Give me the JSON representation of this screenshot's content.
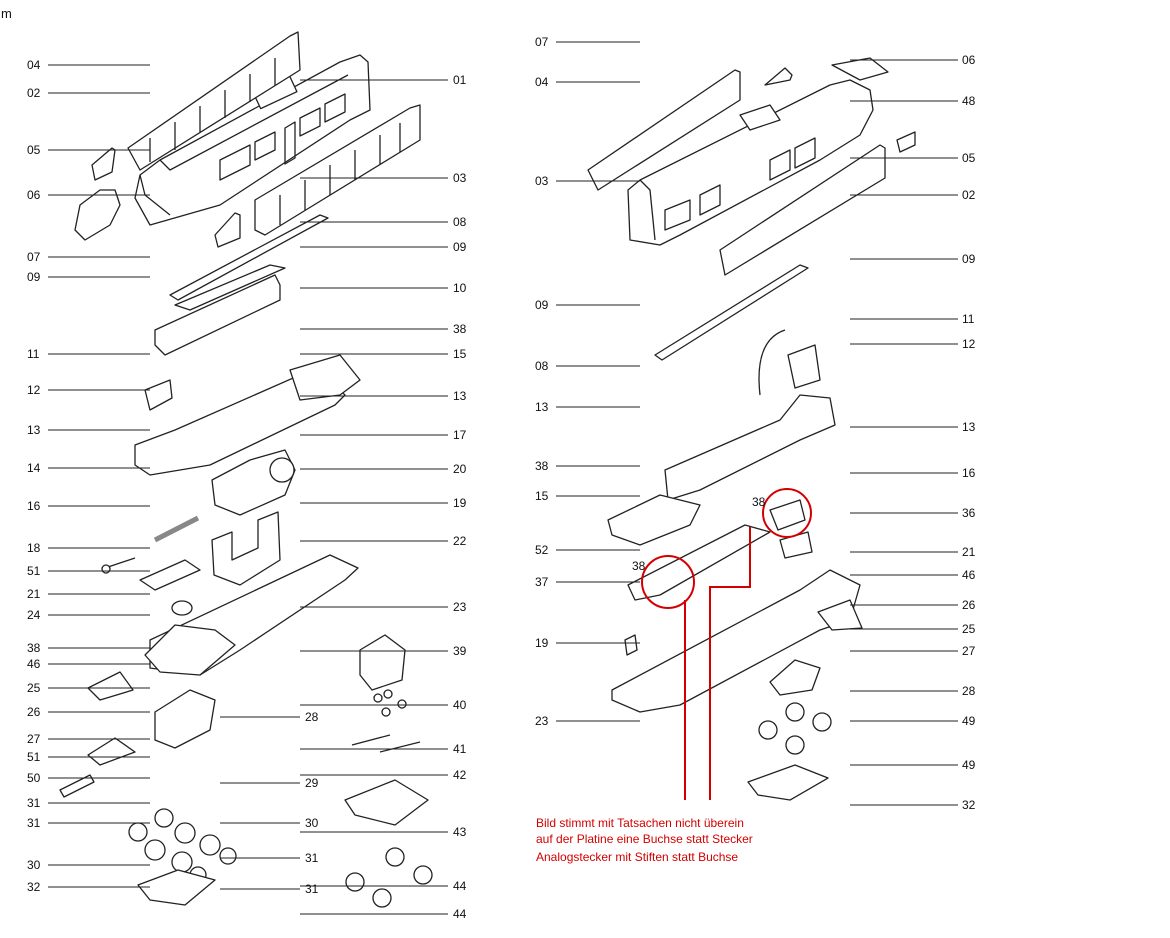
{
  "corner_text": "m",
  "left_diagram": {
    "labels": [
      {
        "id": "04",
        "side": "left",
        "row": 65
      },
      {
        "id": "02",
        "side": "left",
        "row": 93
      },
      {
        "id": "05",
        "side": "left",
        "row": 150
      },
      {
        "id": "06",
        "side": "left",
        "row": 195
      },
      {
        "id": "07",
        "side": "left",
        "row": 257
      },
      {
        "id": "09",
        "side": "left",
        "row": 277
      },
      {
        "id": "11",
        "side": "left",
        "row": 354
      },
      {
        "id": "12",
        "side": "left",
        "row": 390
      },
      {
        "id": "13",
        "side": "left",
        "row": 430
      },
      {
        "id": "14",
        "side": "left",
        "row": 468
      },
      {
        "id": "16",
        "side": "left",
        "row": 506
      },
      {
        "id": "18",
        "side": "left",
        "row": 548
      },
      {
        "id": "51",
        "side": "left",
        "row": 571
      },
      {
        "id": "21",
        "side": "left",
        "row": 594
      },
      {
        "id": "24",
        "side": "left",
        "row": 615
      },
      {
        "id": "38",
        "side": "left",
        "row": 648
      },
      {
        "id": "46",
        "side": "left",
        "row": 664
      },
      {
        "id": "25",
        "side": "left",
        "row": 688
      },
      {
        "id": "26",
        "side": "left",
        "row": 712
      },
      {
        "id": "27",
        "side": "left",
        "row": 739
      },
      {
        "id": "51",
        "side": "left",
        "row": 757
      },
      {
        "id": "50",
        "side": "left",
        "row": 778
      },
      {
        "id": "31",
        "side": "left",
        "row": 803
      },
      {
        "id": "31",
        "side": "left",
        "row": 823
      },
      {
        "id": "30",
        "side": "left",
        "row": 865
      },
      {
        "id": "32",
        "side": "left",
        "row": 887
      },
      {
        "id": "01",
        "side": "right",
        "row": 80
      },
      {
        "id": "03",
        "side": "right",
        "row": 178
      },
      {
        "id": "08",
        "side": "right",
        "row": 222
      },
      {
        "id": "09",
        "side": "right",
        "row": 247
      },
      {
        "id": "10",
        "side": "right",
        "row": 288
      },
      {
        "id": "38",
        "side": "right",
        "row": 329
      },
      {
        "id": "15",
        "side": "right",
        "row": 354
      },
      {
        "id": "13",
        "side": "right",
        "row": 396
      },
      {
        "id": "17",
        "side": "right",
        "row": 435
      },
      {
        "id": "20",
        "side": "right",
        "row": 469
      },
      {
        "id": "19",
        "side": "right",
        "row": 503
      },
      {
        "id": "22",
        "side": "right",
        "row": 541
      },
      {
        "id": "23",
        "side": "right",
        "row": 607
      },
      {
        "id": "28",
        "side": "mid",
        "row": 717
      },
      {
        "id": "29",
        "side": "mid",
        "row": 783
      },
      {
        "id": "30",
        "side": "mid",
        "row": 823
      },
      {
        "id": "31",
        "side": "mid",
        "row": 858
      },
      {
        "id": "31",
        "side": "mid",
        "row": 889
      },
      {
        "id": "39",
        "side": "right",
        "row": 651
      },
      {
        "id": "40",
        "side": "right",
        "row": 705
      },
      {
        "id": "41",
        "side": "right",
        "row": 749
      },
      {
        "id": "42",
        "side": "right",
        "row": 775
      },
      {
        "id": "43",
        "side": "right",
        "row": 832
      },
      {
        "id": "44",
        "side": "right",
        "row": 886
      },
      {
        "id": "44",
        "side": "right",
        "row": 914
      }
    ]
  },
  "right_diagram": {
    "labels": [
      {
        "id": "07",
        "side": "left",
        "row": 42
      },
      {
        "id": "04",
        "side": "left",
        "row": 82
      },
      {
        "id": "03",
        "side": "left",
        "row": 181
      },
      {
        "id": "09",
        "side": "left",
        "row": 305
      },
      {
        "id": "08",
        "side": "left",
        "row": 366
      },
      {
        "id": "13",
        "side": "left",
        "row": 407
      },
      {
        "id": "38",
        "side": "left",
        "row": 466
      },
      {
        "id": "15",
        "side": "left",
        "row": 496
      },
      {
        "id": "52",
        "side": "left",
        "row": 550
      },
      {
        "id": "38",
        "side": "inner",
        "row": 566
      },
      {
        "id": "37",
        "side": "left",
        "row": 582
      },
      {
        "id": "19",
        "side": "left",
        "row": 643
      },
      {
        "id": "23",
        "side": "left",
        "row": 721
      },
      {
        "id": "38",
        "side": "inner2",
        "row": 502
      },
      {
        "id": "06",
        "side": "right",
        "row": 60
      },
      {
        "id": "48",
        "side": "right",
        "row": 101
      },
      {
        "id": "05",
        "side": "right",
        "row": 158
      },
      {
        "id": "02",
        "side": "right",
        "row": 195
      },
      {
        "id": "09",
        "side": "right",
        "row": 259
      },
      {
        "id": "11",
        "side": "right",
        "row": 319
      },
      {
        "id": "12",
        "side": "right",
        "row": 344
      },
      {
        "id": "13",
        "side": "right",
        "row": 427
      },
      {
        "id": "16",
        "side": "right",
        "row": 473
      },
      {
        "id": "36",
        "side": "right",
        "row": 513
      },
      {
        "id": "21",
        "side": "right",
        "row": 552
      },
      {
        "id": "46",
        "side": "right",
        "row": 575
      },
      {
        "id": "26",
        "side": "right",
        "row": 605
      },
      {
        "id": "25",
        "side": "right",
        "row": 629
      },
      {
        "id": "27",
        "side": "right",
        "row": 651
      },
      {
        "id": "28",
        "side": "right",
        "row": 691
      },
      {
        "id": "49",
        "side": "right",
        "row": 721
      },
      {
        "id": "49",
        "side": "right",
        "row": 765
      },
      {
        "id": "32",
        "side": "right",
        "row": 805
      }
    ]
  },
  "annotation": {
    "color": "#d40000",
    "lines": [
      "Bild stimmt mit Tatsachen nicht überein",
      "auf der Platine eine Buchse statt Stecker",
      "Analogstecker mit Stiften statt Buchse"
    ]
  }
}
